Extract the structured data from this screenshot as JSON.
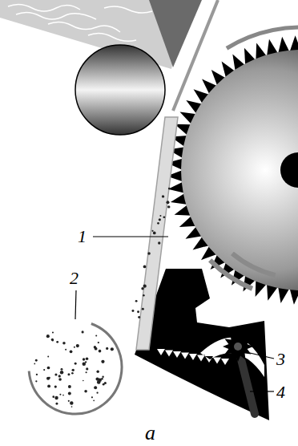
{
  "diagram": {
    "caption": "a",
    "labels": [
      "1",
      "2",
      "3",
      "4"
    ]
  }
}
